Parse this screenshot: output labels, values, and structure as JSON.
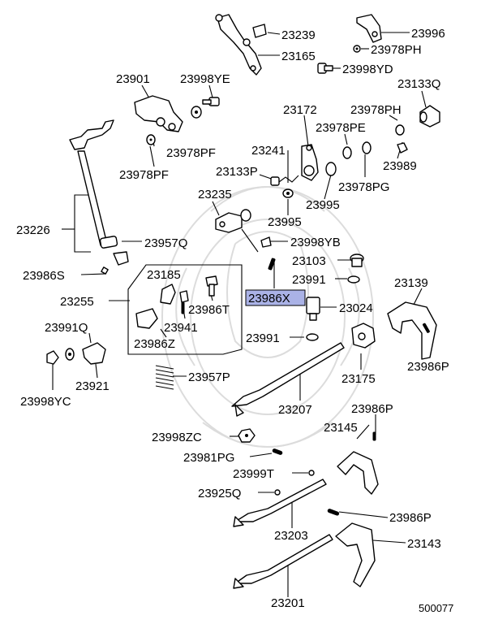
{
  "diagram": {
    "selected_part": "23986X",
    "highlight_color": "#aab2e6",
    "figure_code": "500077",
    "labels": {
      "p23239": "23239",
      "p23996": "23996",
      "p23978PH_top": "23978PH",
      "p23165": "23165",
      "p23998YD": "23998YD",
      "p23901": "23901",
      "p23998YE": "23998YE",
      "p23133Q": "23133Q",
      "p23172": "23172",
      "p23978PH_mid": "23978PH",
      "p23978PE": "23978PE",
      "p23978PF_a": "23978PF",
      "p23241": "23241",
      "p23989": "23989",
      "p23978PF_b": "23978PF",
      "p23133P": "23133P",
      "p23978PG": "23978PG",
      "p23995_a": "23995",
      "p23235": "23235",
      "p23995_b": "23995",
      "p23226": "23226",
      "p23957Q": "23957Q",
      "p23998YB": "23998YB",
      "p23103": "23103",
      "p23986S": "23986S",
      "p23185": "23185",
      "p23991_a": "23991",
      "p23139": "23139",
      "p23255": "23255",
      "p23986X": "23986X",
      "p23024": "23024",
      "p23986T": "23986T",
      "p23991Q": "23991Q",
      "p23941": "23941",
      "p23986Z": "23986Z",
      "p23991_b": "23991",
      "p23986P_a": "23986P",
      "p23957P": "23957P",
      "p23175": "23175",
      "p23921": "23921",
      "p23998YC": "23998YC",
      "p23207": "23207",
      "p23986P_b": "23986P",
      "p23145": "23145",
      "p23998ZC": "23998ZC",
      "p23981PG": "23981PG",
      "p23999T": "23999T",
      "p23925Q": "23925Q",
      "p23986P_c": "23986P",
      "p23203": "23203",
      "p23143": "23143",
      "p23201": "23201"
    }
  }
}
